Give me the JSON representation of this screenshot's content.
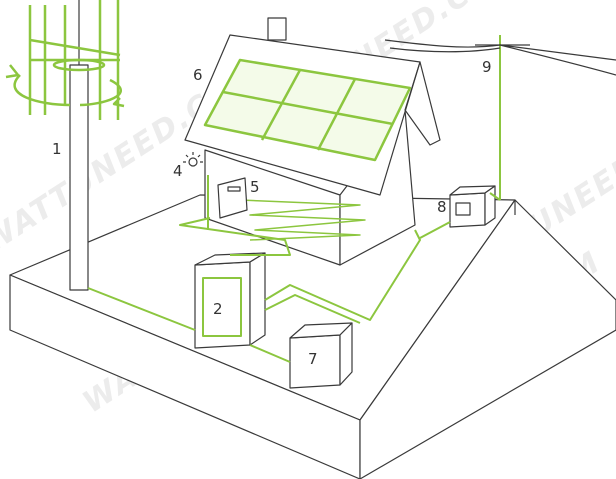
{
  "labels": {
    "wind_turbine": "1",
    "battery_inverter": "2",
    "light": "4",
    "controller": "5",
    "solar_panels": "6",
    "box_7": "7",
    "meter": "8",
    "utility_pole": "9"
  },
  "watermark": "WATTUNEED.COM",
  "colors": {
    "line": "#3a3a3a",
    "accent": "#8cc63f"
  }
}
